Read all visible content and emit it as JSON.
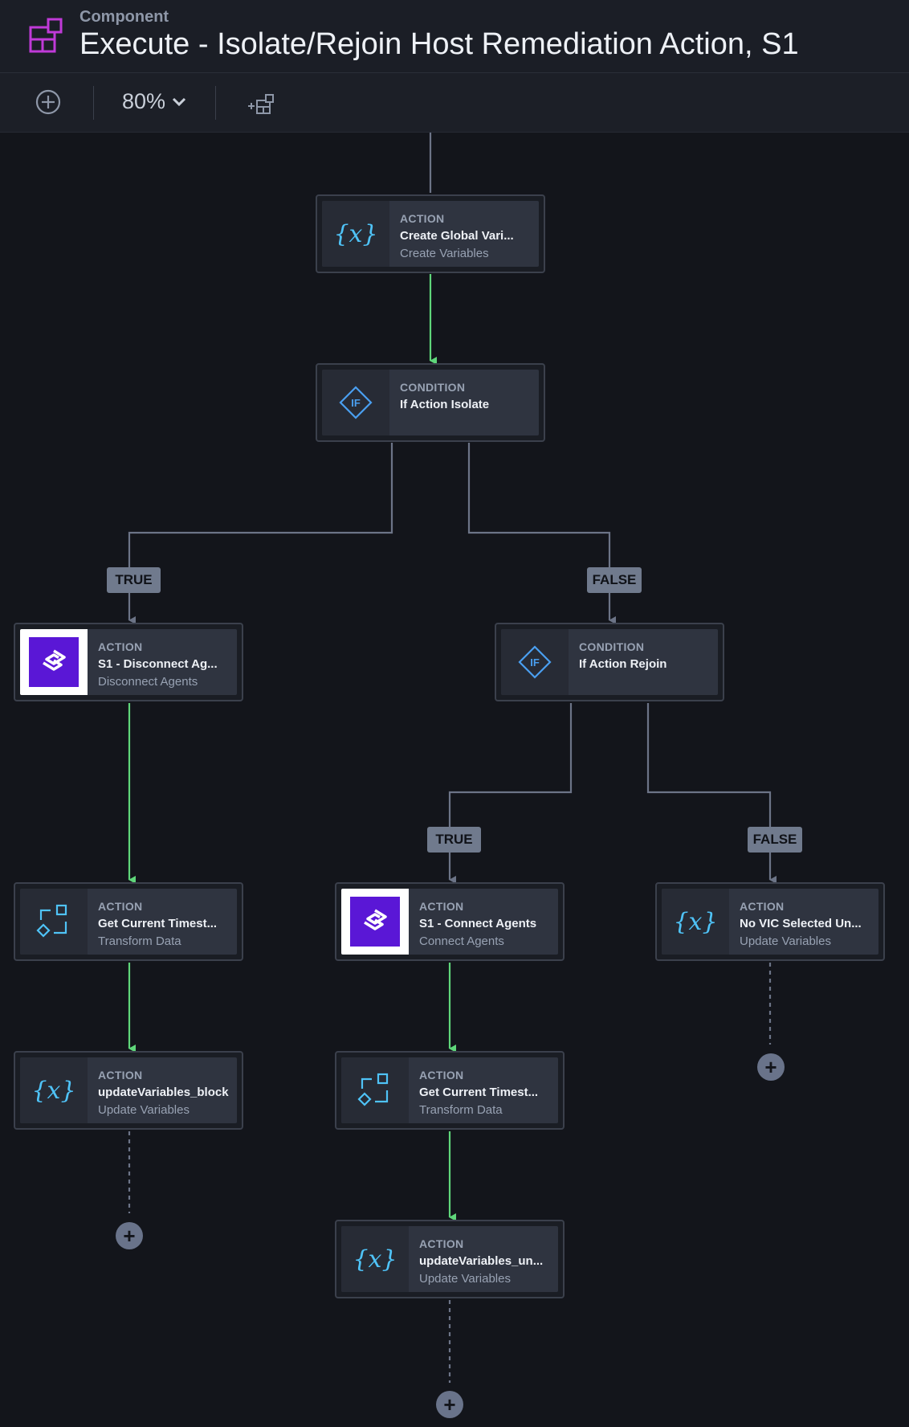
{
  "header": {
    "subtitle": "Component",
    "title": "Execute - Isolate/Rejoin Host Remediation Action, S1"
  },
  "toolbar": {
    "zoom": "80%"
  },
  "colors": {
    "success_edge": "#5fd67a",
    "neutral_edge": "#6c7487",
    "accent_icon": "#4fc3f7",
    "condition_icon": "#4a9ff0",
    "s1_brand": "#5a17d6",
    "component_logo": "#c03ad8"
  },
  "nodes": {
    "create_global": {
      "type": "ACTION",
      "title": "Create Global Vari...",
      "subtitle": "Create Variables",
      "icon": "variable-icon"
    },
    "if_isolate": {
      "type": "CONDITION",
      "title": "If Action Isolate",
      "subtitle": "",
      "icon": "if-condition-icon"
    },
    "s1_disconnect": {
      "type": "ACTION",
      "title": "S1 - Disconnect Ag...",
      "subtitle": "Disconnect Agents",
      "icon": "sentinelone-icon"
    },
    "if_rejoin": {
      "type": "CONDITION",
      "title": "If Action Rejoin",
      "subtitle": "",
      "icon": "if-condition-icon"
    },
    "get_ts_left": {
      "type": "ACTION",
      "title": "Get Current Timest...",
      "subtitle": "Transform Data",
      "icon": "transform-icon"
    },
    "s1_connect": {
      "type": "ACTION",
      "title": "S1 - Connect Agents",
      "subtitle": "Connect Agents",
      "icon": "sentinelone-icon"
    },
    "no_vic": {
      "type": "ACTION",
      "title": "No VIC Selected Un...",
      "subtitle": "Update Variables",
      "icon": "variable-icon"
    },
    "update_block": {
      "type": "ACTION",
      "title": "updateVariables_block",
      "subtitle": "Update Variables",
      "icon": "variable-icon"
    },
    "get_ts_mid": {
      "type": "ACTION",
      "title": "Get Current Timest...",
      "subtitle": "Transform Data",
      "icon": "transform-icon"
    },
    "update_un": {
      "type": "ACTION",
      "title": "updateVariables_un...",
      "subtitle": "Update Variables",
      "icon": "variable-icon"
    }
  },
  "branches": {
    "isolate_true": "TRUE",
    "isolate_false": "FALSE",
    "rejoin_true": "TRUE",
    "rejoin_false": "FALSE"
  },
  "add_step_label": "+"
}
